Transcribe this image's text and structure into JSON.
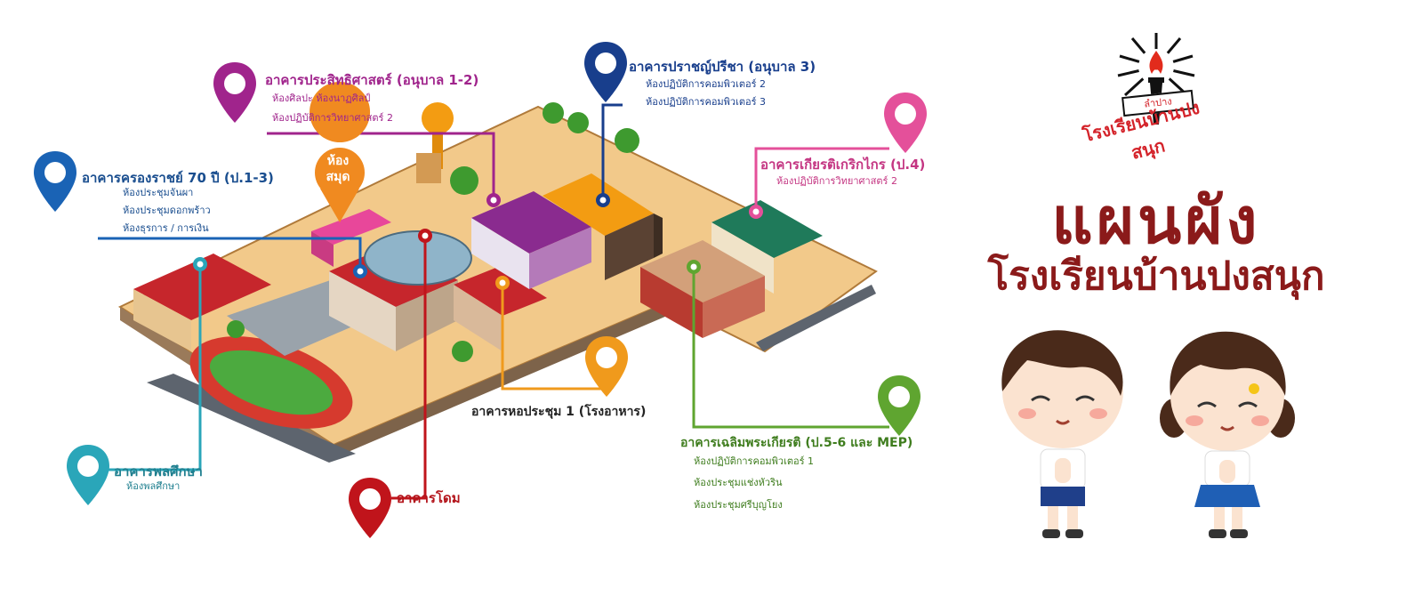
{
  "colors": {
    "purple": "#a0248c",
    "navy": "#183e8c",
    "blue": "#1a63b5",
    "pink": "#e4509a",
    "orange": "#f09a1c",
    "teal": "#2aa6b9",
    "red": "#c0141b",
    "green": "#5fa530",
    "title_red": "#8b1a1a"
  },
  "buildings": {
    "prasitsart": {
      "name": "อาคารประสิทธิศาสตร์ (อนุบาล 1-2)",
      "rooms": [
        "ห้องศิลปะ   ห้องนาฏศิลป์",
        "ห้องปฏิบัติการวิทยาศาสตร์ 2"
      ]
    },
    "prachyapreecha": {
      "name": "อาคารปราชญ์ปรีชา (อนุบาล 3)",
      "rooms": [
        "ห้องปฏิบัติการคอมพิวเตอร์ 2",
        "ห้องปฏิบัติการคอมพิวเตอร์ 3"
      ]
    },
    "kiattikerk": {
      "name": "อาคารเกียรติเกริกไกร (ป.4)",
      "rooms": [
        "ห้องปฏิบัติการวิทยาศาสตร์ 2"
      ]
    },
    "krongrat": {
      "name": "อาคารครองราชย์ 70 ปี (ป.1-3)",
      "rooms": [
        "ห้องประชุมจันผา",
        "ห้องประชุมดอกพร้าว",
        "ห้องธุรการ / การเงิน"
      ]
    },
    "library": {
      "name": "ห้อง สมุด",
      "line1": "ห้อง",
      "line2": "สมุด"
    },
    "hall": {
      "name": "อาคารหอประชุม 1 (โรงอาหาร)"
    },
    "chaloem": {
      "name": "อาคารเฉลิมพระเกียรติ (ป.5-6 และ MEP)",
      "rooms": [
        "ห้องปฏิบัติการคอมพิวเตอร์ 1",
        "ห้องประชุมแช่งหัวริน",
        "ห้องประชุมศรีบุญโยง"
      ]
    },
    "phalasueksa": {
      "name": "อาคารพลศึกษา",
      "rooms": [
        "ห้องพลศึกษา"
      ]
    },
    "dome": {
      "name": "อาคารโดม"
    }
  },
  "header": {
    "title": "แผนผัง",
    "subtitle": "โรงเรียนบ้านปงสนุก",
    "logo_text": "โรงเรียนบ้านปงสนุก",
    "logo_ribbon": "ลำปาง"
  }
}
